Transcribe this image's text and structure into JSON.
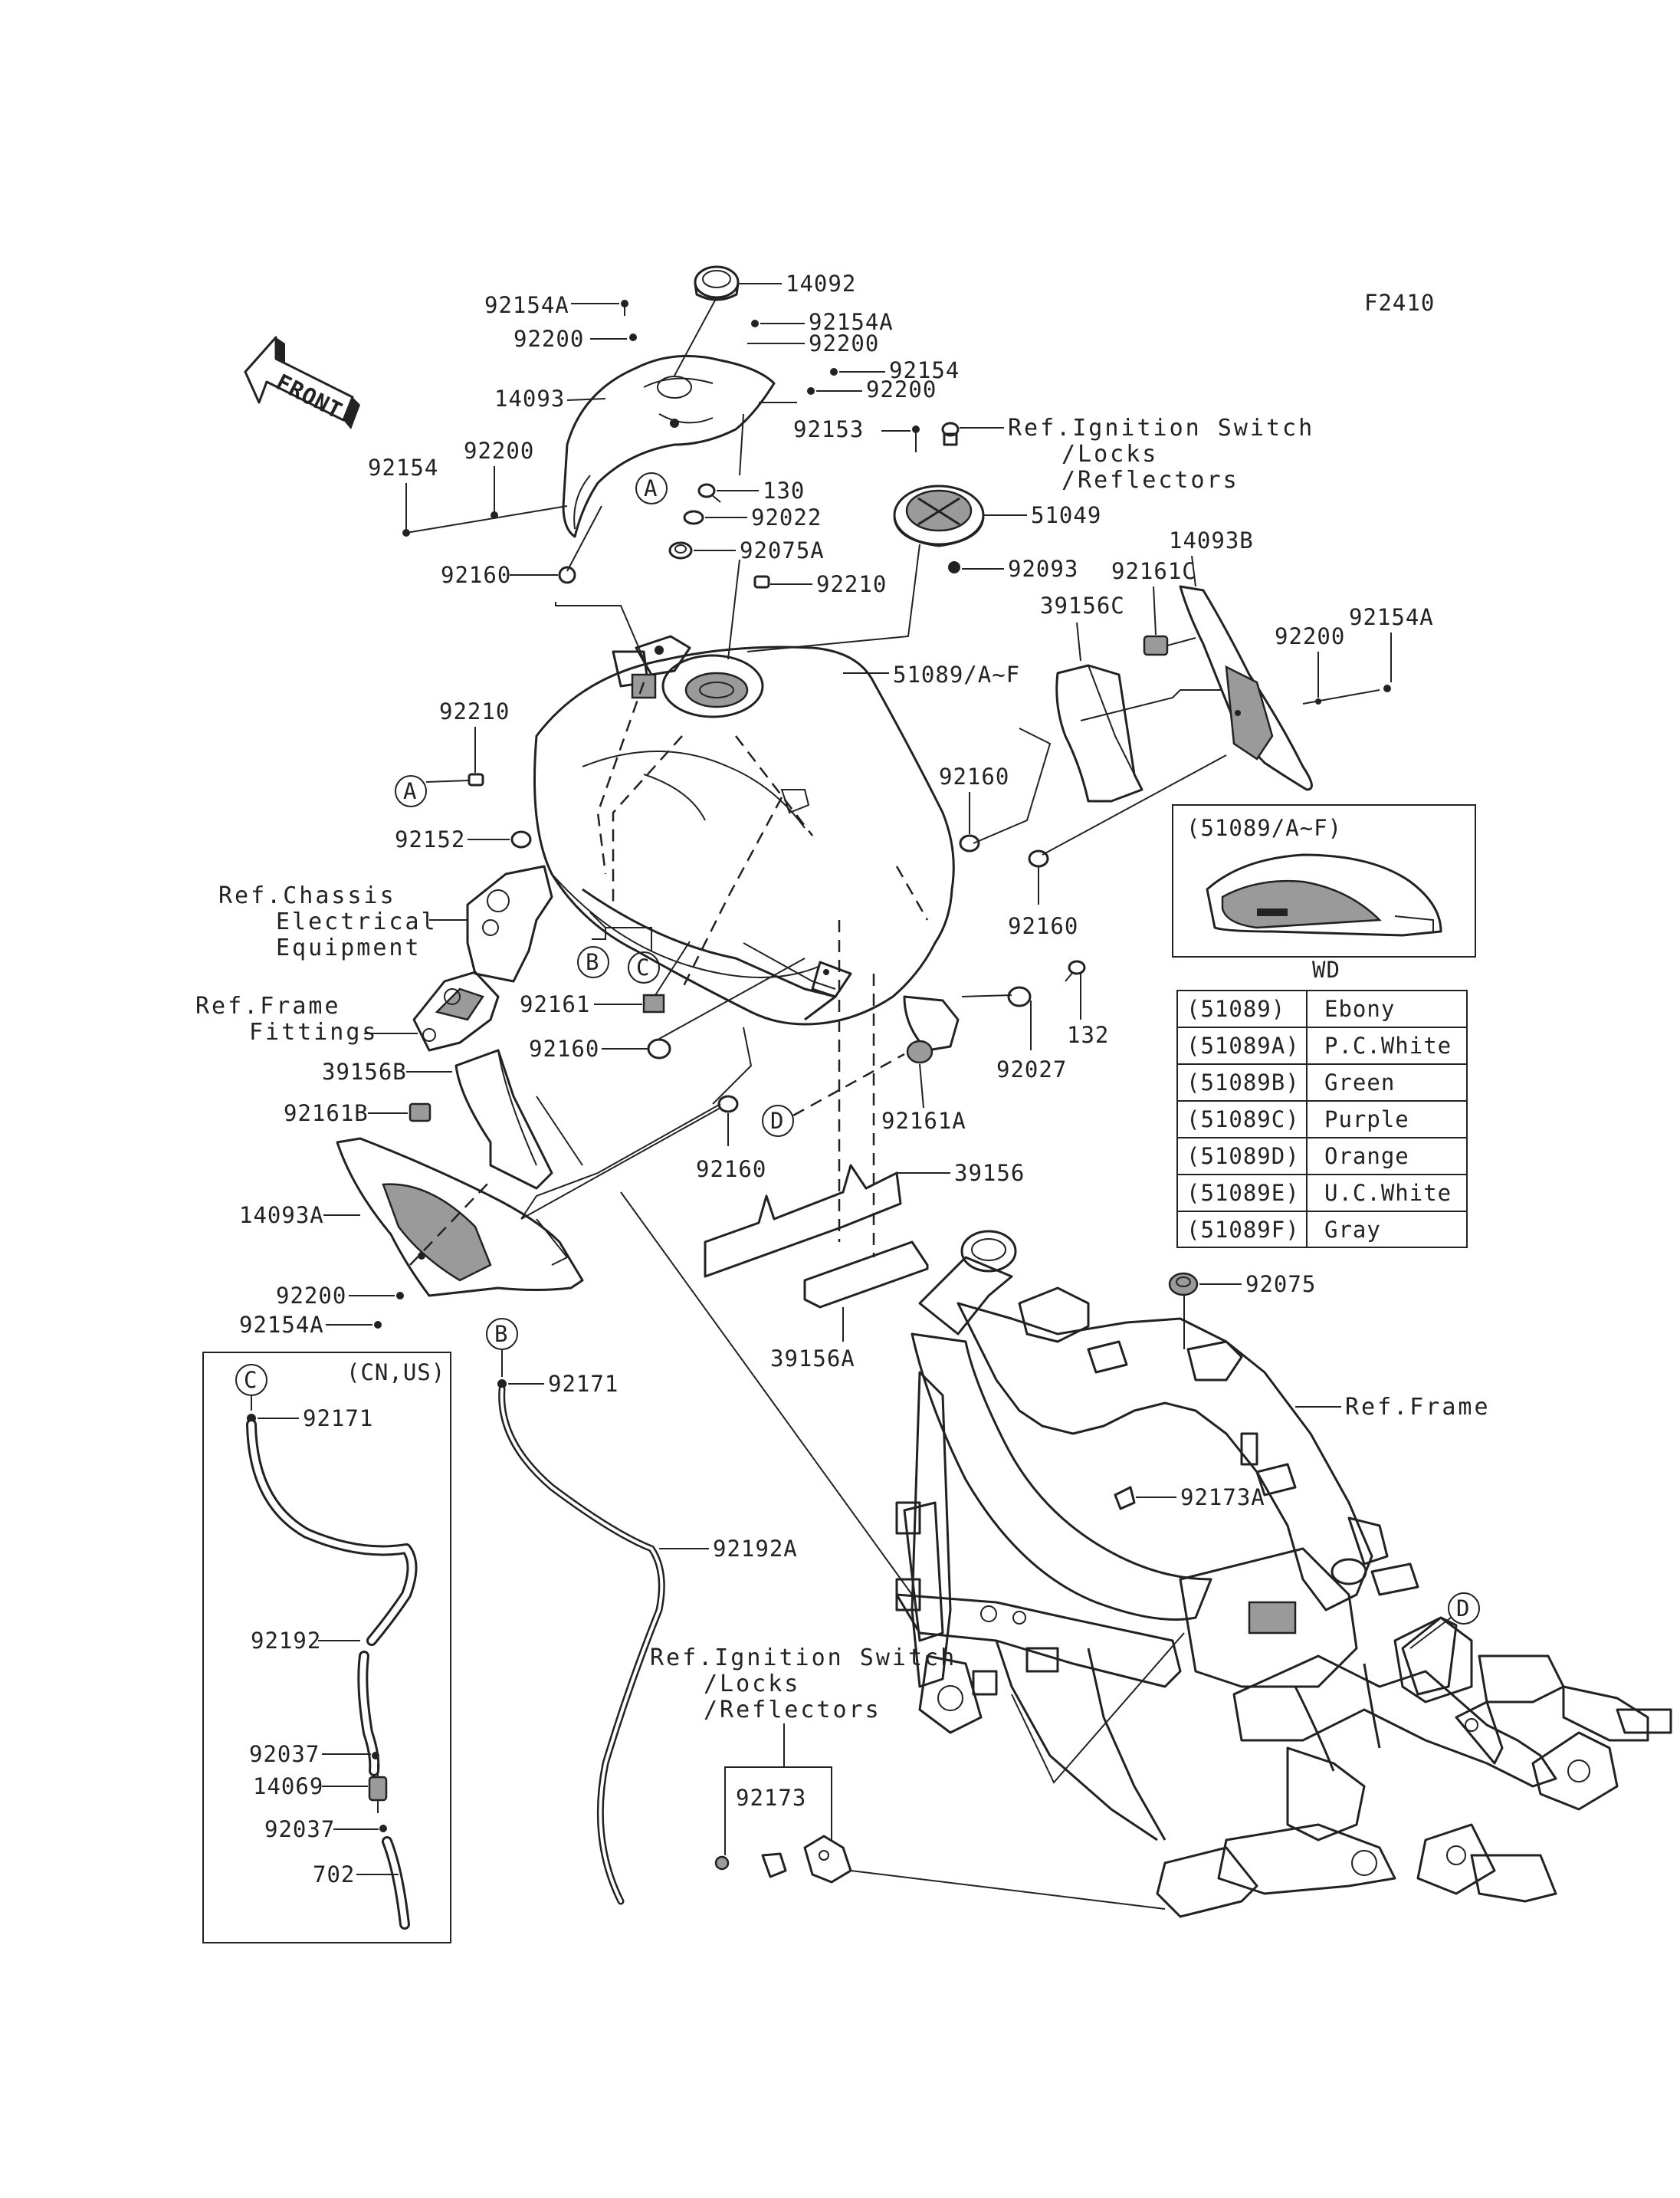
{
  "diagram_code": "F2410",
  "front_label": "FRONT",
  "labels": {
    "p14092": "14092",
    "p92154A_1": "92154A",
    "p92200_1": "92200",
    "p92154A_2": "92154A",
    "p92200_2": "92200",
    "p92154_1": "92154",
    "p92200_3": "92200",
    "p14093": "14093",
    "p92153": "92153",
    "p92154_2": "92154",
    "p92200_4": "92200",
    "p130": "130",
    "p92022": "92022",
    "p92075A": "92075A",
    "p51049": "51049",
    "p92093": "92093",
    "p92160_1": "92160",
    "p92210_1": "92210",
    "p14093B": "14093B",
    "p92161C": "92161C",
    "p39156C": "39156C",
    "p92200_5": "92200",
    "p92154A_3": "92154A",
    "p51089AF": "51089/A~F",
    "p92210_2": "92210",
    "p92160_2": "92160",
    "p92152": "92152",
    "p92160_3": "92160",
    "p92161": "92161",
    "p132": "132",
    "p92160_4": "92160",
    "p92027": "92027",
    "p39156B": "39156B",
    "p92161B": "92161B",
    "p92161A": "92161A",
    "p92160_5": "92160",
    "p39156": "39156",
    "p14093A": "14093A",
    "p92200_6": "92200",
    "p92154A_4": "92154A",
    "p39156A": "39156A",
    "p92075": "92075",
    "p92171_1": "92171",
    "p92171_2": "92171",
    "p92192A": "92192A",
    "p92173A": "92173A",
    "p92192": "92192",
    "p92037_1": "92037",
    "p14069": "14069",
    "p92037_2": "92037",
    "p702": "702",
    "p92173": "92173"
  },
  "refs": {
    "ignition_top": [
      "Ref.Ignition Switch",
      "/Locks",
      "/Reflectors"
    ],
    "chassis": [
      "Ref.Chassis",
      "Electrical",
      "Equipment"
    ],
    "frame_fittings": [
      "Ref.Frame",
      "Fittings"
    ],
    "frame": "Ref.Frame",
    "ignition_bottom": [
      "Ref.Ignition Switch",
      "/Locks",
      "/Reflectors"
    ]
  },
  "callouts": {
    "a1": "A",
    "a2": "A",
    "b1": "B",
    "b2": "B",
    "c1": "C",
    "c2": "C",
    "d1": "D",
    "d2": "D"
  },
  "inset": {
    "title": "(51089/A~F)",
    "caption": "WD"
  },
  "regional_box_label": "(CN,US)",
  "color_table": [
    {
      "part": "(51089)",
      "color": "Ebony"
    },
    {
      "part": "(51089A)",
      "color": "P.C.White"
    },
    {
      "part": "(51089B)",
      "color": "Green"
    },
    {
      "part": "(51089C)",
      "color": "Purple"
    },
    {
      "part": "(51089D)",
      "color": "Orange"
    },
    {
      "part": "(51089E)",
      "color": "U.C.White"
    },
    {
      "part": "(51089F)",
      "color": "Gray"
    }
  ]
}
